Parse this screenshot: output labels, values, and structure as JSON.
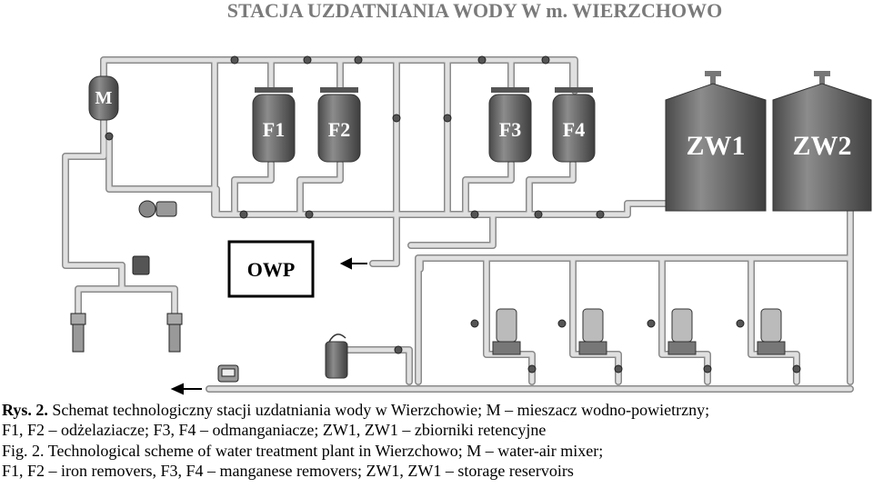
{
  "title": "STACJA UZDATNIANIA WODY W m. WIERZCHOWO",
  "labels": {
    "mixer": "M",
    "f1": "F1",
    "f2": "F2",
    "f3": "F3",
    "f4": "F4",
    "zw1": "ZW1",
    "zw2": "ZW2",
    "owp": "OWP"
  },
  "caption_pl": {
    "prefix": "Rys. 2.",
    "line1": "Schemat technologiczny stacji uzdatniania wody w Wierzchowie; M – mieszacz wodno-powietrzny;",
    "line2": "F1, F2 – odżelaziacze; F3, F4 – odmanganiacze; ZW1, ZW1 – zbiorniki retencyjne"
  },
  "caption_en": {
    "prefix": "Fig. 2.",
    "line1": "Technological scheme of water treatment plant in Wierzchowo; M – water-air mixer;",
    "line2": "F1, F2 – iron removers, F3, F4 – manganese removers; ZW1, ZW1 – storage reservoirs"
  },
  "colors": {
    "vessel": "#6e6e6e",
    "pipe": "#d4d4d4",
    "pipe_edge": "#8a8a8a",
    "text_on_vessel": "#ffffff"
  }
}
